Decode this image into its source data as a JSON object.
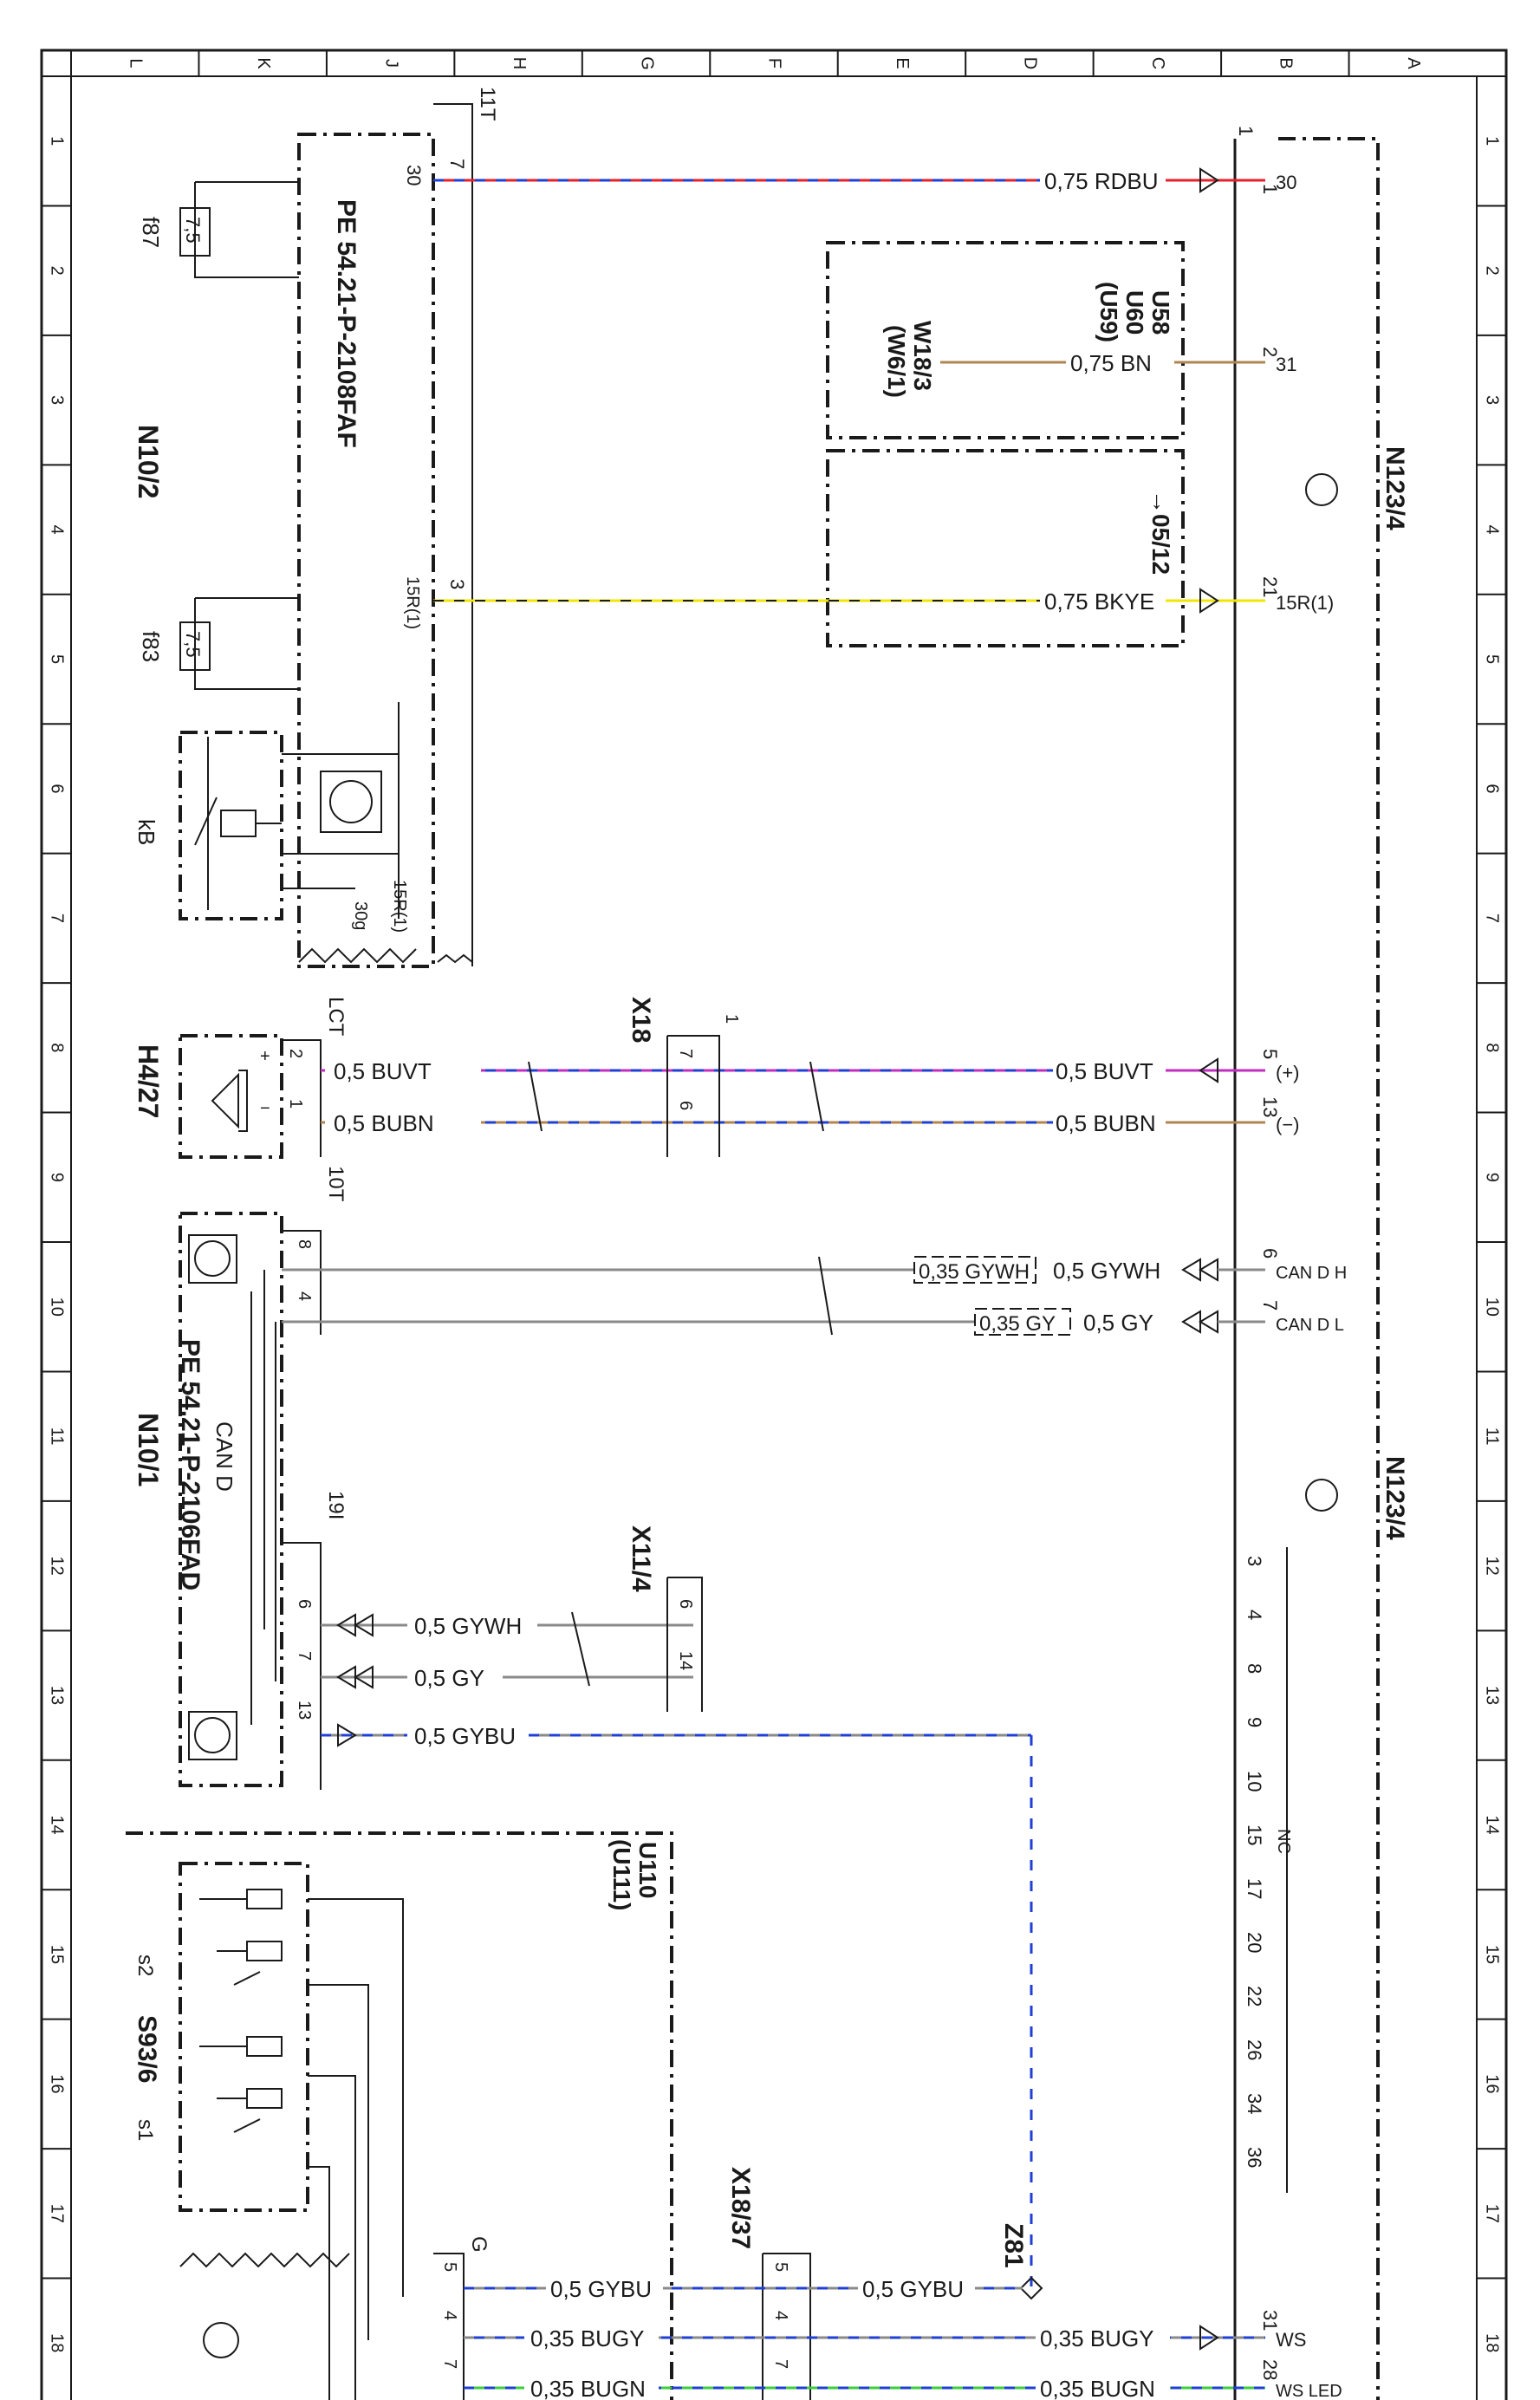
{
  "border": {
    "columns": [
      "A",
      "B",
      "C",
      "D",
      "E",
      "F",
      "G",
      "H",
      "J",
      "K",
      "L"
    ],
    "rows": [
      "1",
      "2",
      "3",
      "4",
      "5",
      "6",
      "7",
      "8",
      "9",
      "10",
      "11",
      "12",
      "13",
      "14",
      "15",
      "16",
      "17",
      "18"
    ]
  },
  "components": {
    "n10_2": "N10/2",
    "n10_2_ref": "PE 54.21-P-2108FAF",
    "n10_1": "N10/1",
    "n10_1_ref": "PE 54.21-P-2106FAD",
    "can_d": "CAN D",
    "n123_4_top": "N123/4",
    "n123_4_bottom": "N123/4",
    "h4_27": "H4/27",
    "f87": "f87",
    "f87_value": "7,5",
    "f83": "f83",
    "f83_value": "7,5",
    "kb": "kB",
    "u58": "U58",
    "u60": "U60",
    "u59": "(U59)",
    "w18_3": "W18/3",
    "w6_1": "(W6/1)",
    "ref_05_12": "→05/12",
    "x18": "X18",
    "x11_4": "X11/4",
    "x18_37": "X18/37",
    "u110": "U110",
    "u111": "(U111)",
    "s93_6": "S93/6",
    "s1": "s1",
    "s2": "s2",
    "z81": "Z81"
  },
  "connectors": {
    "c11t": "11T",
    "c_lct": "LCT",
    "c10t": "10T",
    "c19i": "19I",
    "c_g": "G",
    "c_pin1_top": "1",
    "c_pin1_x18": "1"
  },
  "wires": [
    {
      "label": "0,75 RDBU"
    },
    {
      "label": "0,75 BN"
    },
    {
      "label": "0,75 BKYE"
    },
    {
      "label": "0,5 BUVT"
    },
    {
      "label": "0,5 BUBN"
    },
    {
      "label": "0,5 BUVT"
    },
    {
      "label": "0,5 BUBN"
    },
    {
      "label": "0,35 GYWH"
    },
    {
      "label": "0,5 GYWH"
    },
    {
      "label": "0,35 GY"
    },
    {
      "label": "0,5 GY"
    },
    {
      "label": "0,5 GYWH"
    },
    {
      "label": "0,5 GY"
    },
    {
      "label": "0,5 GYBU"
    },
    {
      "label": "0,5 GYBU"
    },
    {
      "label": "0,5 GYBU"
    },
    {
      "label": "0,35 BUGY"
    },
    {
      "label": "0,35 BUGY"
    },
    {
      "label": "0,35 BUGN"
    },
    {
      "label": "0,35 BUGN"
    }
  ],
  "pins": {
    "n10_2": {
      "p7": "7",
      "p30": "30",
      "p3": "3",
      "p15r1": "15R(1)",
      "p15r1b": "15R(1)",
      "p30g": "30g"
    },
    "n123_top": {
      "p1": "1",
      "t30": "30",
      "p2": "2",
      "t31": "31",
      "p21": "21",
      "t15r1": "15R(1)",
      "p5": "5",
      "tplus": "(+)",
      "p13": "13",
      "tminus": "(−)",
      "p6": "6",
      "tcanh": "CAN D H",
      "p7": "7",
      "tcanl": "CAN D L"
    },
    "h4_27": {
      "p2": "2",
      "p1": "1",
      "plus": "+",
      "minus": "−"
    },
    "x18": {
      "p7": "7",
      "p6": "6"
    },
    "n10_1": {
      "p8": "8",
      "p4": "4",
      "p6": "6",
      "p7": "7",
      "p13": "13"
    },
    "x11_4": {
      "p6": "6",
      "p14": "14"
    },
    "n123_bottom": {
      "nc_pins": [
        "3",
        "4",
        "8",
        "9",
        "10",
        "15",
        "17",
        "20",
        "22",
        "26",
        "34",
        "36"
      ],
      "nc_label": "NC",
      "p31": "31",
      "tws": "WS",
      "p28": "28",
      "twsled": "WS LED"
    },
    "u110": {
      "p5": "5",
      "p4": "4",
      "p7": "7"
    },
    "x18_37": {
      "p5": "5",
      "p4": "4",
      "p7": "7"
    }
  },
  "colors": {
    "line": "#1a1a1a",
    "red": "#e8202a",
    "blue": "#1f3fd6",
    "brown": "#b08650",
    "yellow": "#f2e600",
    "violet": "#c02ec0",
    "gray": "#8a8a8a",
    "green": "#3ccf3c"
  }
}
